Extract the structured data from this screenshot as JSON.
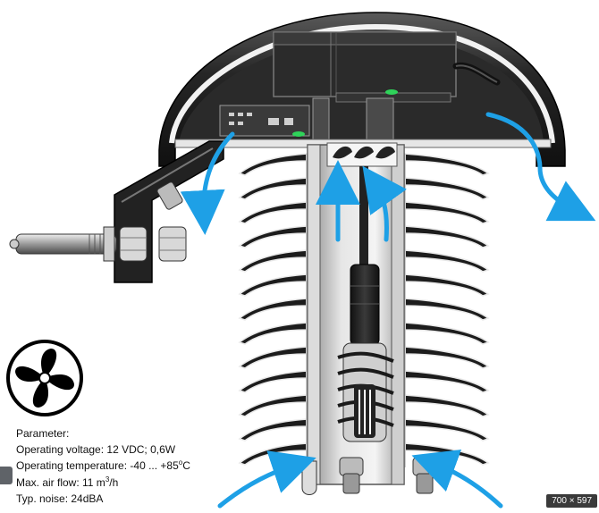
{
  "params": {
    "heading": "Parameter:",
    "voltage": "Operating voltage: 12 VDC; 0,6W",
    "temperature_prefix": "Operating temperature: -40 ... +85",
    "temperature_sup": "o",
    "temperature_unit": "C",
    "airflow_prefix": "Max. air flow: 11 m",
    "airflow_sup": "3",
    "airflow_unit": "/h",
    "noise": "Typ. noise: 24dBA"
  },
  "badge": "700 × 597",
  "icons": {
    "fan": "fan-icon",
    "airflow": "airflow-arrow"
  },
  "colors": {
    "arrow": "#1ea0e6",
    "metal_dark": "#1e1e1e",
    "metal_light": "#d9d9d9"
  }
}
